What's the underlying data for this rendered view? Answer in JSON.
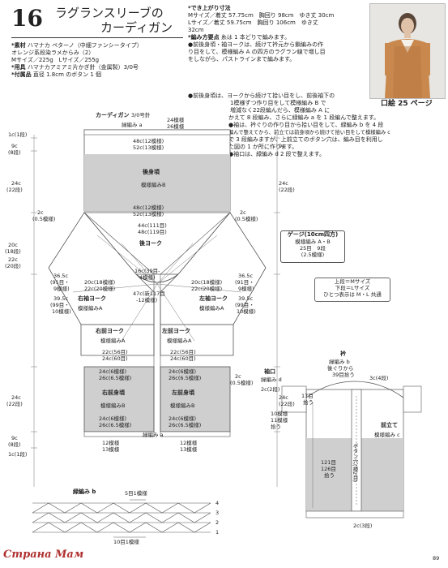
{
  "header": {
    "pattern_number": "16",
    "title_line1": "ラグランスリーブの",
    "title_line2": "カーディガン"
  },
  "materials": {
    "yarn_label": "*素材",
    "yarn_value": "ハマナカ ペターノ（中細ファンシータイプ）",
    "yarn_color": "オレンジ系段染ラメからみ（2）",
    "yarn_amount": "Mサイズ／225g　Lサイズ／255g",
    "tools_label": "*用具",
    "tools_value": "ハマナカアミアミ片かぎ針（金属製）3/0号",
    "notions_label": "*付属品",
    "notions_value": "直径 1.8cm のボタン 1 個"
  },
  "dimensions": {
    "label": "*でき上がり寸法",
    "m_size": "Mサイズ／着丈 57.75cm　胸回り 98cm　ゆき丈 30cm",
    "l_size": "Lサイズ／着丈 59.75cm　胸回り 106cm　ゆき丈",
    "l_size_cont": "32cm"
  },
  "instructions": {
    "label": "*編み方要点",
    "label_tail": "糸は 1 本どりで編みます。",
    "lines": [
      "●前後身頃・袖ヨークは、続けて衿元から鎖編みの作",
      "り目をして、模様編み A の四方のラグラン線で増し目",
      "をしながら、パストラインまで編みます。",
      "●前後身頃は、ヨークから続けて拾い目をし、前後袖下の",
      "1模様ずつ作り目をして模様編み B で",
      "増減なく22段編んだら、模様編み A に",
      "かえて 8 段編み、さらに緑編み a を 1 段編んで整えます。",
      "●袖は、衿ぐりの作り目から拾い目をして、緑編み b を 4 段",
      "編んで整えてから、前立ては前身頃から続けて拾い目をして模様編み c",
      "で 3 段編みますが、上前立てのボタン穴は、編み目を利用し",
      "た図の 1 か所に作ります。",
      "●袖口は、緑編み d 2 段で整えます。"
    ]
  },
  "photo": {
    "caption": "口絵 25 ページ"
  },
  "diagram": {
    "title": "カーディガン",
    "needle": "3/0号針",
    "edge_a_top": "緑編み a",
    "back_top_24": "24模様",
    "back_top_26": "26模様",
    "back_48c": "48c(12模様)",
    "back_52c": "52c(13模様)",
    "back_name": "後身頃",
    "back_pattern": "模様編みB",
    "back_yoke_48c": "48c(12模様)",
    "back_yoke_52c": "52c(13模様)",
    "back_yoke_44c": "44c(111目)",
    "back_yoke_48c2": "48c(119目)",
    "back_yoke": "後ヨーク",
    "neck_16c": "16c(39目-",
    "neck_4": "4模様)",
    "right_sleeve_yoke": "右袖ヨーク",
    "left_sleeve_yoke": "左袖ヨーク",
    "pattern_a": "模様編みA",
    "right_front_yoke": "右前ヨーク",
    "left_front_yoke": "左前ヨーク",
    "right_front": "右前身頃",
    "left_front": "左前身頃",
    "pattern_b": "模様編みB",
    "front_22c": "22c(56目)",
    "front_24c": "24c(60目)",
    "front_24c_6": "24c(6模様)",
    "front_26c_65": "26c(6.5模様)",
    "sleeve_20c": "20c(18模様)",
    "sleeve_22c": "22c(20模様)",
    "center_47c": "47c(新117目",
    "center_12": "-12模様)",
    "side_1c_1": "1c(1段)",
    "side_9c": "9c",
    "side_8": "(8段)",
    "side_24c": "24c",
    "side_22": "(22段)",
    "side_2c": "2c",
    "side_05": "(0.5模様)",
    "side_20c": "20c",
    "side_18": "(18段)",
    "side_22c": "22c",
    "side_20": "(20段)",
    "side_365": "36.5c",
    "side_91": "(91目・",
    "side_9m": "9模様)",
    "side_395": "39.5c",
    "side_99": "(99目・",
    "side_10m": "10模様)",
    "bottom_12": "12模様",
    "bottom_13": "13模様",
    "bottom_edge": "緑編み a",
    "pick_up": "拾う"
  },
  "gauge": {
    "title": "ゲージ(10cm四方)",
    "pattern": "模様編み A・B",
    "stitches": "25目　9段",
    "repeat": "(2.5模様)"
  },
  "size_key": {
    "line1": "上段＝Mサイズ",
    "line2": "下段＝Lサイズ",
    "line3": "ひとつ表示は M・L 共通"
  },
  "collar": {
    "title": "衿",
    "edge_b": "緑編み b",
    "neck_pick": "後ぐりから",
    "stitches_39": "39目拾う",
    "c_edge": "3c(4段)",
    "sleeve_cuff": "袖口",
    "edge_d": "緑編み d",
    "edge_2c": "2c(2段)",
    "seventeen": "17目",
    "pick": "拾う",
    "ten_m": "10模様",
    "eleven_m": "11模様",
    "pick_b": "拾う",
    "front_band": "前立て",
    "pattern_c": "模様編み c",
    "button_hole": "ボタン穴(模2目)",
    "r121": "121目",
    "r126": "126目",
    "pick_2": "拾う",
    "bottom_2c": "2c(3段)"
  },
  "edging": {
    "title": "緑編み b",
    "five_1": "5目1模様",
    "ten_1": "10目1模様",
    "rows": [
      "4",
      "3",
      "2",
      "1"
    ]
  },
  "footer": {
    "watermark": "Страна Мам",
    "page": "89"
  }
}
